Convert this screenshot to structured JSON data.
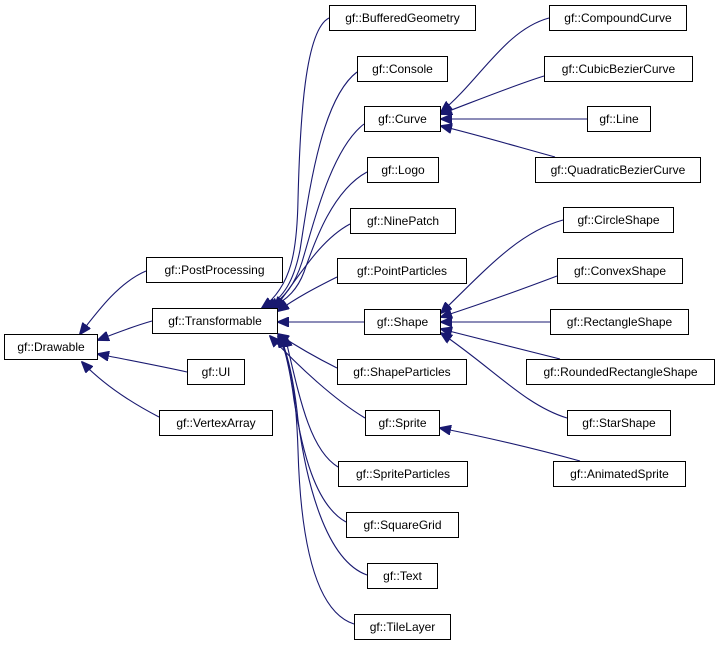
{
  "colors": {
    "edge": "#191970",
    "node_border": "#000000",
    "background": "#ffffff"
  },
  "nodes": {
    "drawable": "gf::Drawable",
    "post_processing": "gf::PostProcessing",
    "transformable": "gf::Transformable",
    "ui": "gf::UI",
    "vertex_array": "gf::VertexArray",
    "buffered_geometry": "gf::BufferedGeometry",
    "console": "gf::Console",
    "curve": "gf::Curve",
    "logo": "gf::Logo",
    "nine_patch": "gf::NinePatch",
    "point_particles": "gf::PointParticles",
    "shape": "gf::Shape",
    "shape_particles": "gf::ShapeParticles",
    "sprite": "gf::Sprite",
    "sprite_particles": "gf::SpriteParticles",
    "square_grid": "gf::SquareGrid",
    "text": "gf::Text",
    "tile_layer": "gf::TileLayer",
    "compound_curve": "gf::CompoundCurve",
    "cubic_bezier_curve": "gf::CubicBezierCurve",
    "line": "gf::Line",
    "quadratic_bezier_curve": "gf::QuadraticBezierCurve",
    "circle_shape": "gf::CircleShape",
    "convex_shape": "gf::ConvexShape",
    "rectangle_shape": "gf::RectangleShape",
    "rounded_rectangle_shape": "gf::RoundedRectangleShape",
    "star_shape": "gf::StarShape",
    "animated_sprite": "gf::AnimatedSprite"
  }
}
